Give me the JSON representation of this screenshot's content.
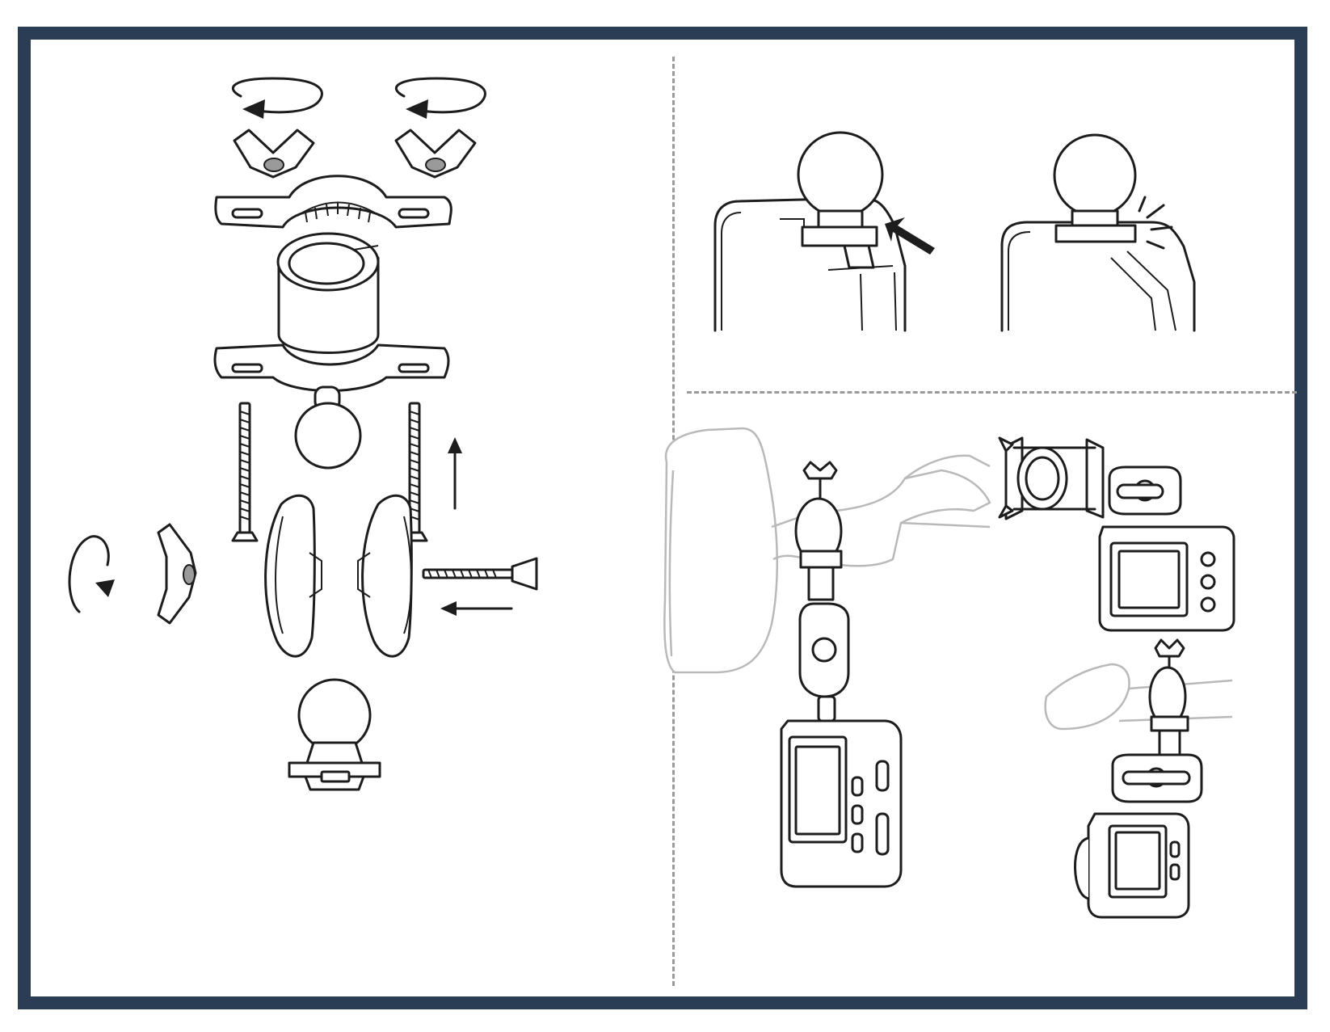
{
  "diagram": {
    "panels": [
      {
        "id": "exploded-view",
        "parts": [
          "wing-nut",
          "wing-nut",
          "top-clamp-bracket",
          "rubber-sleeve",
          "bottom-clamp-bracket-with-ball",
          "long-screw",
          "long-screw",
          "double-socket-arm",
          "side-screw",
          "side-wing-nut",
          "ball-adapter-base"
        ]
      },
      {
        "id": "attach-adapter-to-camera",
        "steps": [
          "slide-in",
          "click-lock"
        ]
      },
      {
        "id": "installation-examples",
        "views": [
          "mirror-mount",
          "handlebar-mount-side",
          "handlebar-mount-angled"
        ]
      }
    ],
    "colors": {
      "frame": "#2a3d55",
      "line": "#1d1d1d",
      "faint_line": "#b9b9b9",
      "divider": "#9a9a9a"
    }
  }
}
